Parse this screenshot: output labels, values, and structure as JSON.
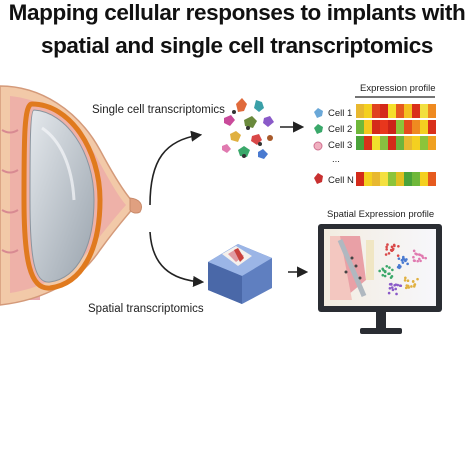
{
  "title": {
    "line1": "Mapping cellular responses to implants with",
    "line2": "spatial and single cell transcriptomics"
  },
  "labels": {
    "single_cell": "Single cell transcriptomics",
    "spatial": "Spatial transcriptomics",
    "expression_profile": "Expression profile",
    "spatial_expression_profile": "Spatial Expression profile",
    "cells": [
      "Cell 1",
      "Cell 2",
      "Cell 3",
      "...",
      "Cell N"
    ]
  },
  "heatmap": {
    "rows": [
      [
        "#e8b830",
        "#f4d020",
        "#e0431f",
        "#d42a1a",
        "#f5e02a",
        "#e65a1e",
        "#f4c020",
        "#d9301a",
        "#f2e040",
        "#ef8a20"
      ],
      [
        "#6fb83a",
        "#f4c81e",
        "#d42a1a",
        "#e8361c",
        "#cc2218",
        "#8cc43a",
        "#e54a1c",
        "#ef8a20",
        "#f4d020",
        "#d9301a"
      ],
      [
        "#4aa33a",
        "#d9301a",
        "#f0e02c",
        "#88c040",
        "#d42a1a",
        "#6eb43c",
        "#e8b830",
        "#f4d020",
        "#8cc43a",
        "#f0a020"
      ],
      [
        "#d42a1a",
        "#f4d020",
        "#e8b830",
        "#f4e040",
        "#8cc43a",
        "#e0c020",
        "#4aa33a",
        "#6fb83a",
        "#f4d020",
        "#e65a1e"
      ]
    ]
  },
  "colors": {
    "implant": "#bfc7cf",
    "implant_border": "#e07a1e",
    "skin": "#f2c9a8",
    "tissue": "#e8a0a8",
    "slide": "#7d9cd4"
  }
}
